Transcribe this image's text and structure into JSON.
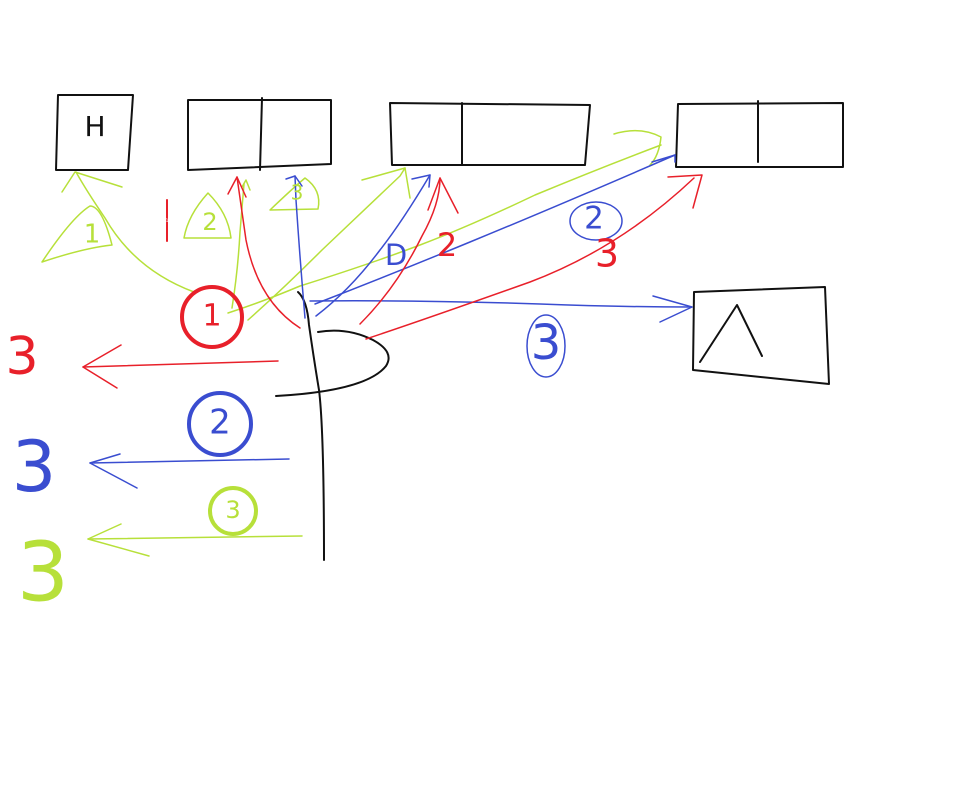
{
  "canvas": {
    "background": "#ffffff"
  },
  "colors": {
    "black": "#111111",
    "red": "#e8202a",
    "blue": "#3a4dd0",
    "green": "#b7e03a"
  },
  "boxes": {
    "box_1_label": "H",
    "box_a_label": "A"
  },
  "labels": {
    "numbered_circle_red": "1",
    "numbered_circle_blue": "2",
    "numbered_circle_green": "3",
    "left_red_number": "3",
    "left_blue_number": "3",
    "left_green_number": "3",
    "center_blue_circle": "3",
    "arrow_label_blue_circle_2": "2",
    "arrow_label_red_3": "3",
    "arrow_label_blue_D": "D",
    "arrow_label_red_2": "2",
    "triangle_1_label": "1",
    "triangle_2_label": "2",
    "triangle_3_label": "3",
    "red_bar_number": "1"
  }
}
